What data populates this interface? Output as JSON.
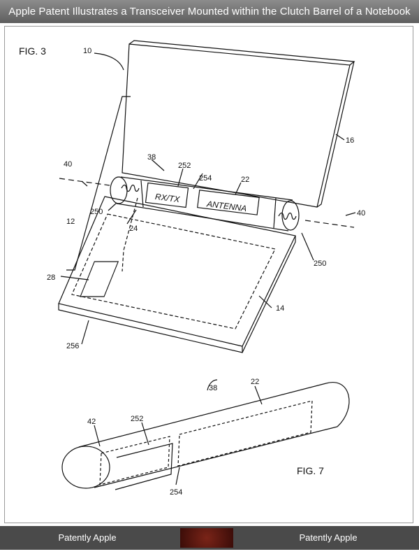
{
  "header": {
    "title": "Apple Patent Illustrates a Transceiver Mounted within the Clutch Barrel of a Notebook"
  },
  "figure3": {
    "label": "FIG. 3",
    "rx_tx": "RX/TX",
    "antenna": "ANTENNA",
    "ref_numbers": {
      "r10": "10",
      "r16": "16",
      "r38": "38",
      "r252": "252",
      "r254": "254",
      "r22": "22",
      "r40_left": "40",
      "r40_right": "40",
      "r250_left": "250",
      "r250_right": "250",
      "r12": "12",
      "r24": "24",
      "r28": "28",
      "r14": "14",
      "r256": "256"
    }
  },
  "figure7": {
    "label": "FIG. 7",
    "ref_numbers": {
      "r38": "38",
      "r22": "22",
      "r42": "42",
      "r252": "252",
      "r254": "254"
    }
  },
  "footer": {
    "left_text": "Patently Apple",
    "right_text": "Patently Apple"
  }
}
